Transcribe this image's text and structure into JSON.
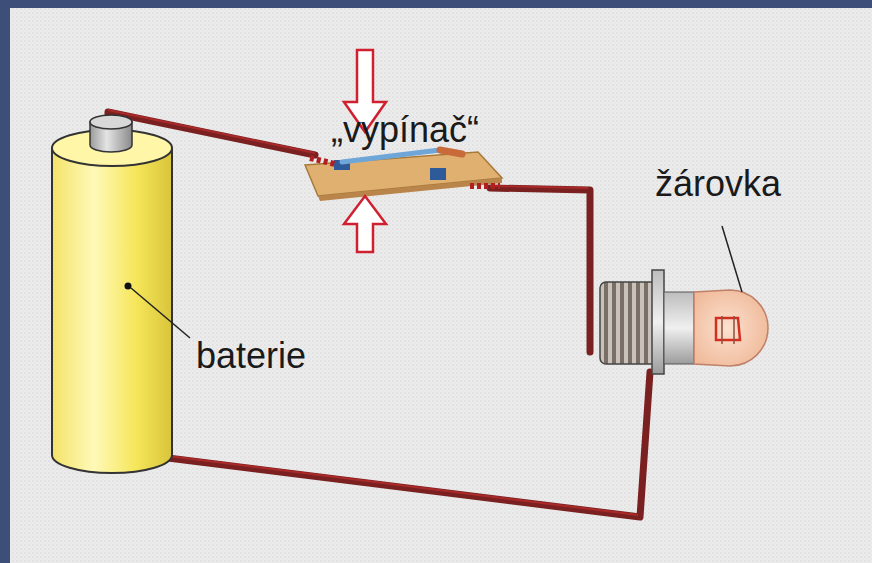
{
  "diagram": {
    "labels": [
      "„vypínač“",
      "žárovka",
      "baterie"
    ]
  }
}
